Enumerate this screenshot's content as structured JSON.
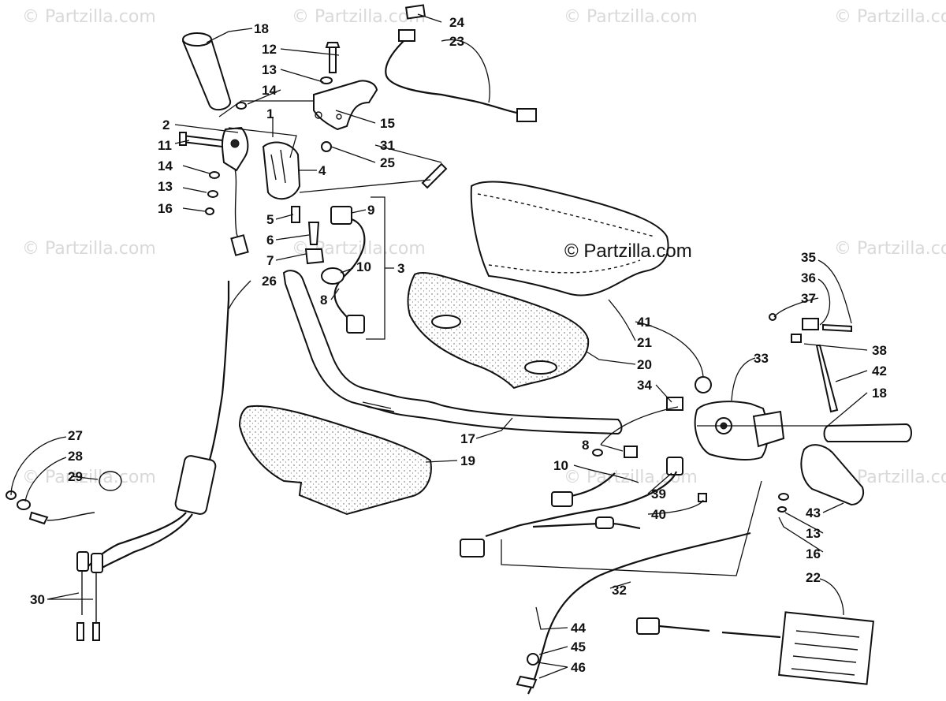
{
  "watermark": {
    "text": "© Partzilla.com",
    "center_text": "© Partzilla.com"
  },
  "callouts": [
    "18",
    "12",
    "13",
    "14",
    "2",
    "1",
    "11",
    "14",
    "13",
    "16",
    "24",
    "23",
    "15",
    "25",
    "31",
    "4",
    "9",
    "5",
    "6",
    "7",
    "10",
    "3",
    "8",
    "26",
    "27",
    "28",
    "29",
    "30",
    "17",
    "19",
    "20",
    "21",
    "35",
    "36",
    "37",
    "41",
    "33",
    "38",
    "34",
    "42",
    "18",
    "8",
    "10",
    "39",
    "40",
    "43",
    "13",
    "16",
    "32",
    "22",
    "44",
    "45",
    "46"
  ]
}
